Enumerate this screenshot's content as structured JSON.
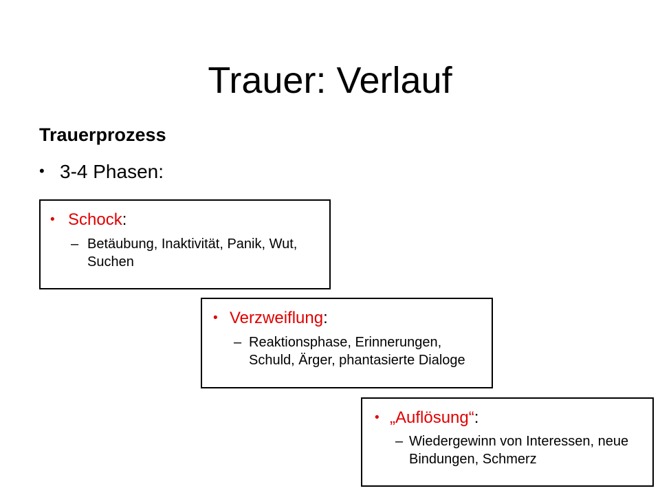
{
  "slide": {
    "title": "Trauer: Verlauf",
    "subhead": "Trauerprozess",
    "phases_line": {
      "bullet": "•",
      "text": "3-4 Phasen:"
    },
    "accent_color": "#E00000",
    "text_color": "#000000",
    "background_color": "#FFFFFF",
    "border_color": "#000000",
    "boxes": [
      {
        "bullet": "•",
        "heading": "Schock",
        "heading_colon": ":",
        "dash": "–",
        "sub_text": "Betäubung, Inaktivität, Panik, Wut, Suchen"
      },
      {
        "bullet": "•",
        "heading": "Verzweiflung",
        "heading_colon": ":",
        "dash": "–",
        "sub_text": "Reaktionsphase, Erinnerungen, Schuld, Ärger, phantasierte Dialoge"
      },
      {
        "bullet": "•",
        "heading": "„Auflösung“",
        "heading_colon": ":",
        "dash": "–",
        "sub_text": "Wiedergewinn von Interessen, neue Bindungen, Schmerz"
      }
    ]
  }
}
